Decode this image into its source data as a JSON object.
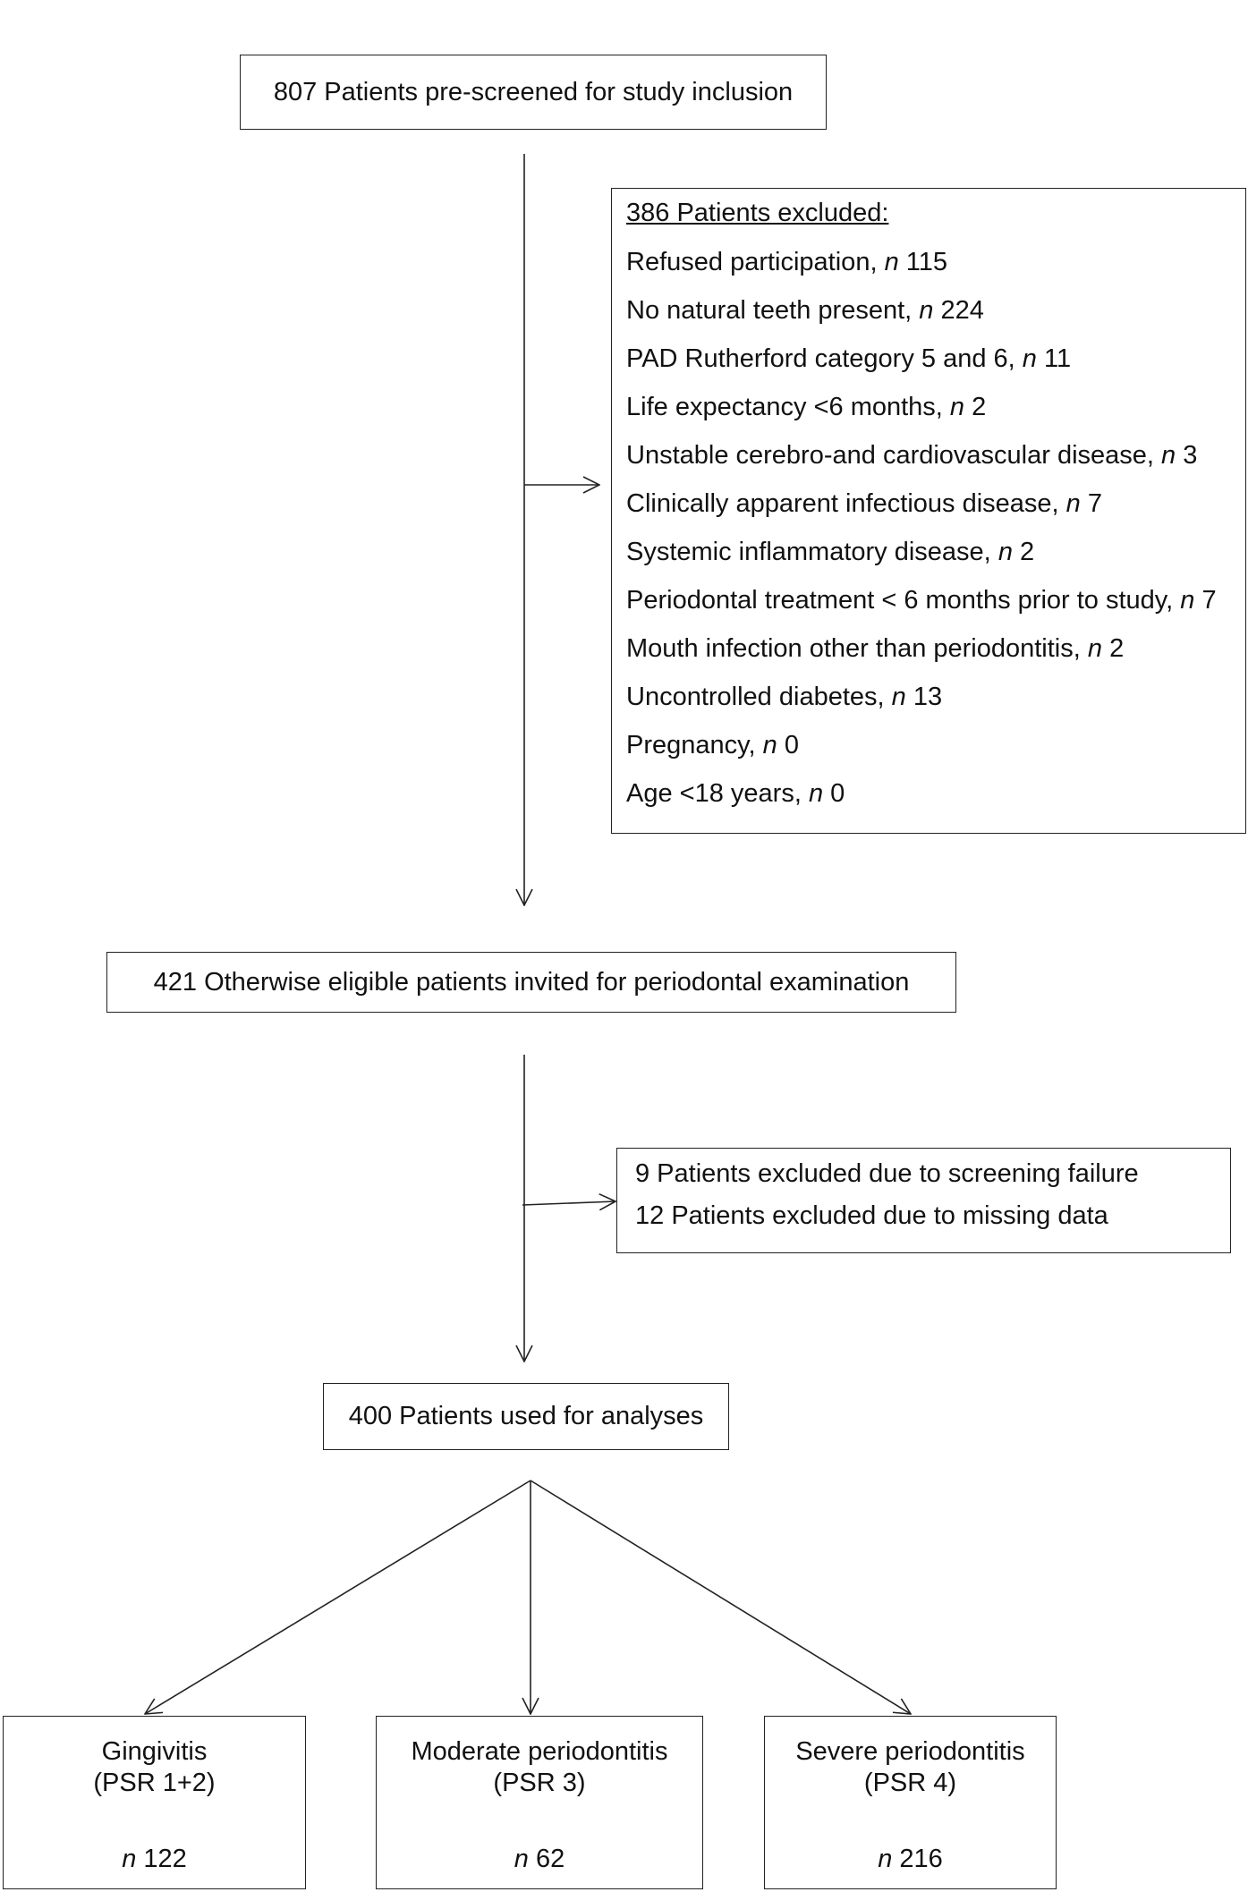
{
  "prescreened": "807 Patients pre-screened for study inclusion",
  "excluded_first": {
    "heading": "386 Patients excluded:",
    "reasons": [
      {
        "label": "Refused participation,",
        "n": "115"
      },
      {
        "label": "No natural teeth present,",
        "n": "224"
      },
      {
        "label": "PAD Rutherford category 5 and 6,",
        "n": "11"
      },
      {
        "label": "Life expectancy <6 months,",
        "n": "2"
      },
      {
        "label": "Unstable cerebro-and cardiovascular disease,",
        "n": "3"
      },
      {
        "label": "Clinically apparent infectious disease,",
        "n": "7"
      },
      {
        "label": "Systemic inflammatory disease,",
        "n": "2"
      },
      {
        "label": "Periodontal treatment < 6 months prior to study,",
        "n": "7"
      },
      {
        "label": "Mouth infection other than periodontitis,",
        "n": "2"
      },
      {
        "label": "Uncontrolled diabetes,",
        "n": "13"
      },
      {
        "label": "Pregnancy,",
        "n": "0"
      },
      {
        "label": "Age <18 years,",
        "n": "0"
      }
    ]
  },
  "eligible": "421 Otherwise eligible patients invited for periodontal examination",
  "excluded_second": {
    "lines": [
      "9 Patients excluded due to screening failure",
      "12 Patients excluded due to missing data"
    ]
  },
  "analyses": "400 Patients used for analyses",
  "n_symbol": "n",
  "groups": [
    {
      "name": "Gingivitis",
      "psr": "(PSR 1+2)",
      "n": "122"
    },
    {
      "name": "Moderate periodontitis",
      "psr": "(PSR 3)",
      "n": "62"
    },
    {
      "name": "Severe periodontitis",
      "psr": "(PSR 4)",
      "n": "216"
    }
  ]
}
